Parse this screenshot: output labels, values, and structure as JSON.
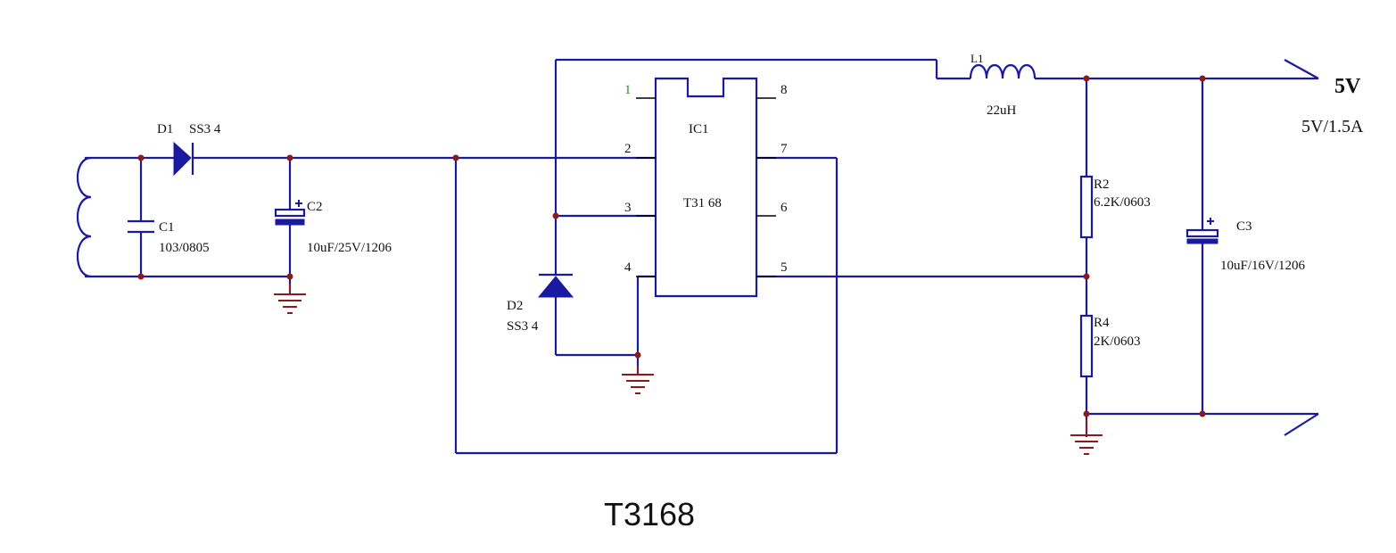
{
  "caption": "T3168",
  "components": {
    "d1": {
      "ref": "D1",
      "value": "SS3 4"
    },
    "c1": {
      "ref": "C1",
      "value": "103/0805"
    },
    "c2": {
      "ref": "C2",
      "value": "10uF/25V/1206"
    },
    "d2": {
      "ref": "D2",
      "value": "SS3 4"
    },
    "ic1": {
      "ref": "IC1",
      "value": "T31 68",
      "pins": [
        "1",
        "2",
        "3",
        "4",
        "5",
        "6",
        "7",
        "8"
      ]
    },
    "l1": {
      "ref": "L1",
      "value": "22uH"
    },
    "r2": {
      "ref": "R2",
      "value": "6.2K/0603"
    },
    "r4": {
      "ref": "R4",
      "value": "2K/0603"
    },
    "c3": {
      "ref": "C3",
      "value": "10uF/16V/1206"
    }
  },
  "output": {
    "voltage": "5V",
    "rating": "5V/1.5A"
  },
  "colors": {
    "wire": "#1a1aa0",
    "ground": "#8b1a1a",
    "text": "#111111"
  }
}
